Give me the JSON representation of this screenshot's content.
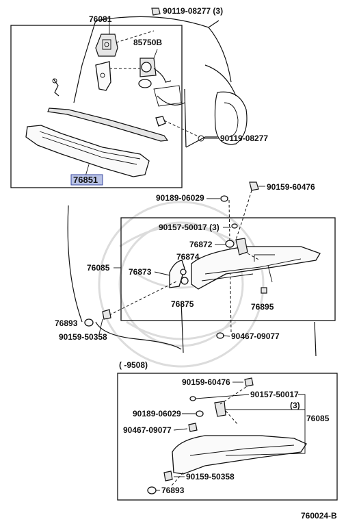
{
  "diagram_code": "760024-B",
  "period_label": "(      -9508)",
  "highlighted_part": "76851",
  "labels": {
    "p76081": "76081",
    "p90119_08277_3": "90119-08277 (3)",
    "p85750B": "85750B",
    "p90119_08277": "90119-08277",
    "p76851": "76851",
    "p90159_60476_a": "90159-60476",
    "p90189_06029_a": "90189-06029",
    "p90157_50017_3": "90157-50017 (3)",
    "p76872": "76872",
    "p76874": "76874",
    "p76085_a": "76085",
    "p76873": "76873",
    "p76875": "76875",
    "p76895": "76895",
    "p76893_a": "76893",
    "p90159_50358_a": "90159-50358",
    "p90467_09077_a": "90467-09077",
    "p90159_60476_b": "90159-60476",
    "p90157_50017_b": "90157-50017",
    "qty3": "(3)",
    "p90189_06029_b": "90189-06029",
    "p76085_b": "76085",
    "p90467_09077_b": "90467-09077",
    "p90159_50358_b": "90159-50358",
    "p76893_b": "76893"
  }
}
